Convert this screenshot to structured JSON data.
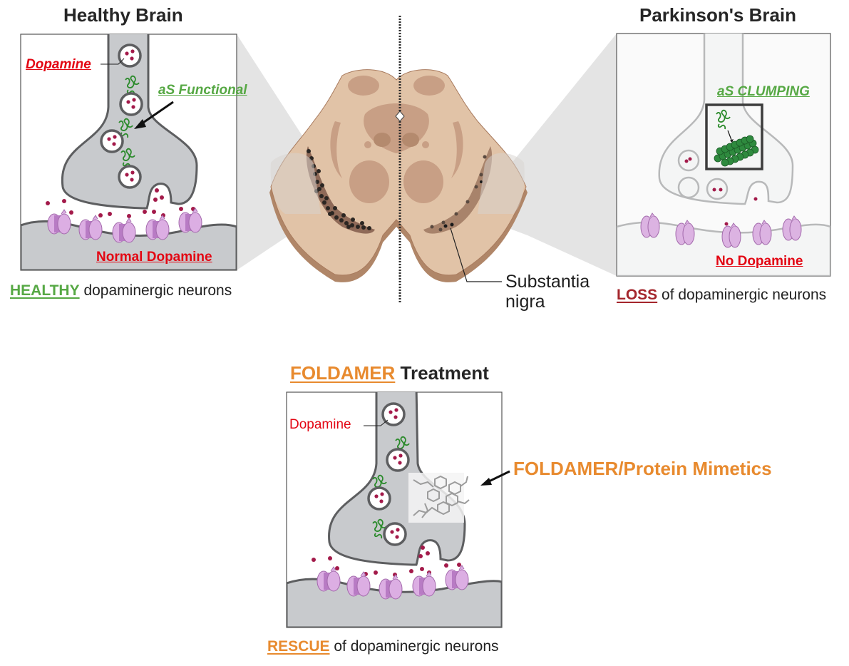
{
  "colors": {
    "healthy_green": "#56a844",
    "red": "#e30613",
    "loss_darkred": "#a4262c",
    "orange": "#e88a2e",
    "title_dark": "#262626",
    "neuron_fill": "#c8cacd",
    "neuron_stroke": "#5d5e60",
    "dopamine_dot": "#a31a4a",
    "receptor": "#c98dd0",
    "brain_tissue": "#e1c3a7",
    "brain_dark": "#b08668"
  },
  "healthy": {
    "title": "Healthy Brain",
    "dopamine_label": "Dopamine",
    "as_label": "aS Functional",
    "bottom_label": "Normal Dopamine",
    "caption_highlight": "HEALTHY",
    "caption_rest": " dopaminergic neurons"
  },
  "parkinsons": {
    "title": "Parkinson's Brain",
    "as_label": "aS CLUMPING",
    "bottom_label": "No Dopamine",
    "caption_highlight": "LOSS",
    "caption_rest": " of dopaminergic neurons"
  },
  "brain": {
    "label_line1": "Substantia",
    "label_line2": "nigra"
  },
  "treatment": {
    "title_highlight": "FOLDAMER",
    "title_rest": " Treatment",
    "dopamine_label": "Dopamine",
    "mimetic_label": "FOLDAMER/Protein Mimetics",
    "caption_highlight": "RESCUE",
    "caption_rest": " of dopaminergic neurons"
  }
}
